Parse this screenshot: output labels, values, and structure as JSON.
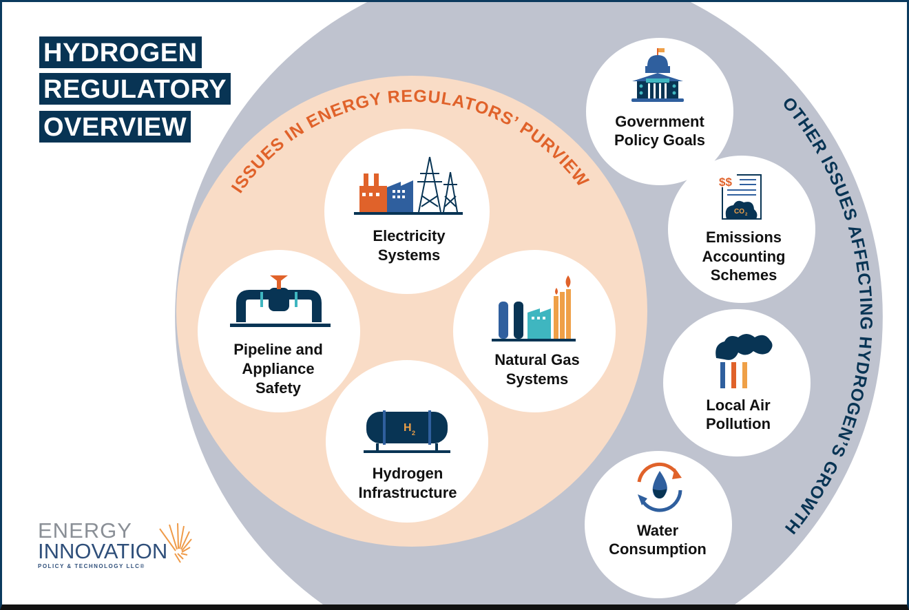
{
  "title": {
    "line1": "HYDROGEN",
    "line2": "REGULATORY",
    "line3": "OVERVIEW"
  },
  "inner_ring_label": "ISSUES IN ENERGY REGULATORS’ PURVIEW",
  "outer_ring_label": "OTHER ISSUES AFFECTING HYDROGEN’S GROWTH",
  "inner_issues": [
    {
      "line1": "Electricity",
      "line2": "Systems",
      "icon": "power-plant-transmission-icon"
    },
    {
      "line1": "Pipeline and",
      "line2": "Appliance",
      "line3": "Safety",
      "icon": "pipeline-valve-icon"
    },
    {
      "line1": "Natural Gas",
      "line2": "Systems",
      "icon": "gas-facility-icon"
    },
    {
      "line1": "Hydrogen",
      "line2": "Infrastructure",
      "icon": "hydrogen-tank-icon",
      "icon_text": "H",
      "icon_sub": "2"
    }
  ],
  "outer_issues": [
    {
      "line1": "Government",
      "line2": "Policy Goals",
      "icon": "capitol-building-icon"
    },
    {
      "line1": "Emissions",
      "line2": "Accounting",
      "line3": "Schemes",
      "icon": "emissions-document-icon",
      "icon_text": "$$",
      "icon_co2": "CO",
      "icon_sub": "2"
    },
    {
      "line1": "Local Air",
      "line2": "Pollution",
      "icon": "smokestack-icon"
    },
    {
      "line1": "Water",
      "line2": "Consumption",
      "icon": "water-cycle-icon"
    }
  ],
  "logo": {
    "line1": "ENERGY",
    "line2": "INNOVATION",
    "line3": "POLICY & TECHNOLOGY LLC®"
  },
  "colors": {
    "navy": "#083454",
    "orange": "#e0622a",
    "peach": "#f9dcc6",
    "gray_ring": "#bfc3cf",
    "blue": "#2f5f9e",
    "teal": "#3fb6c0",
    "light_orange": "#efa047"
  }
}
